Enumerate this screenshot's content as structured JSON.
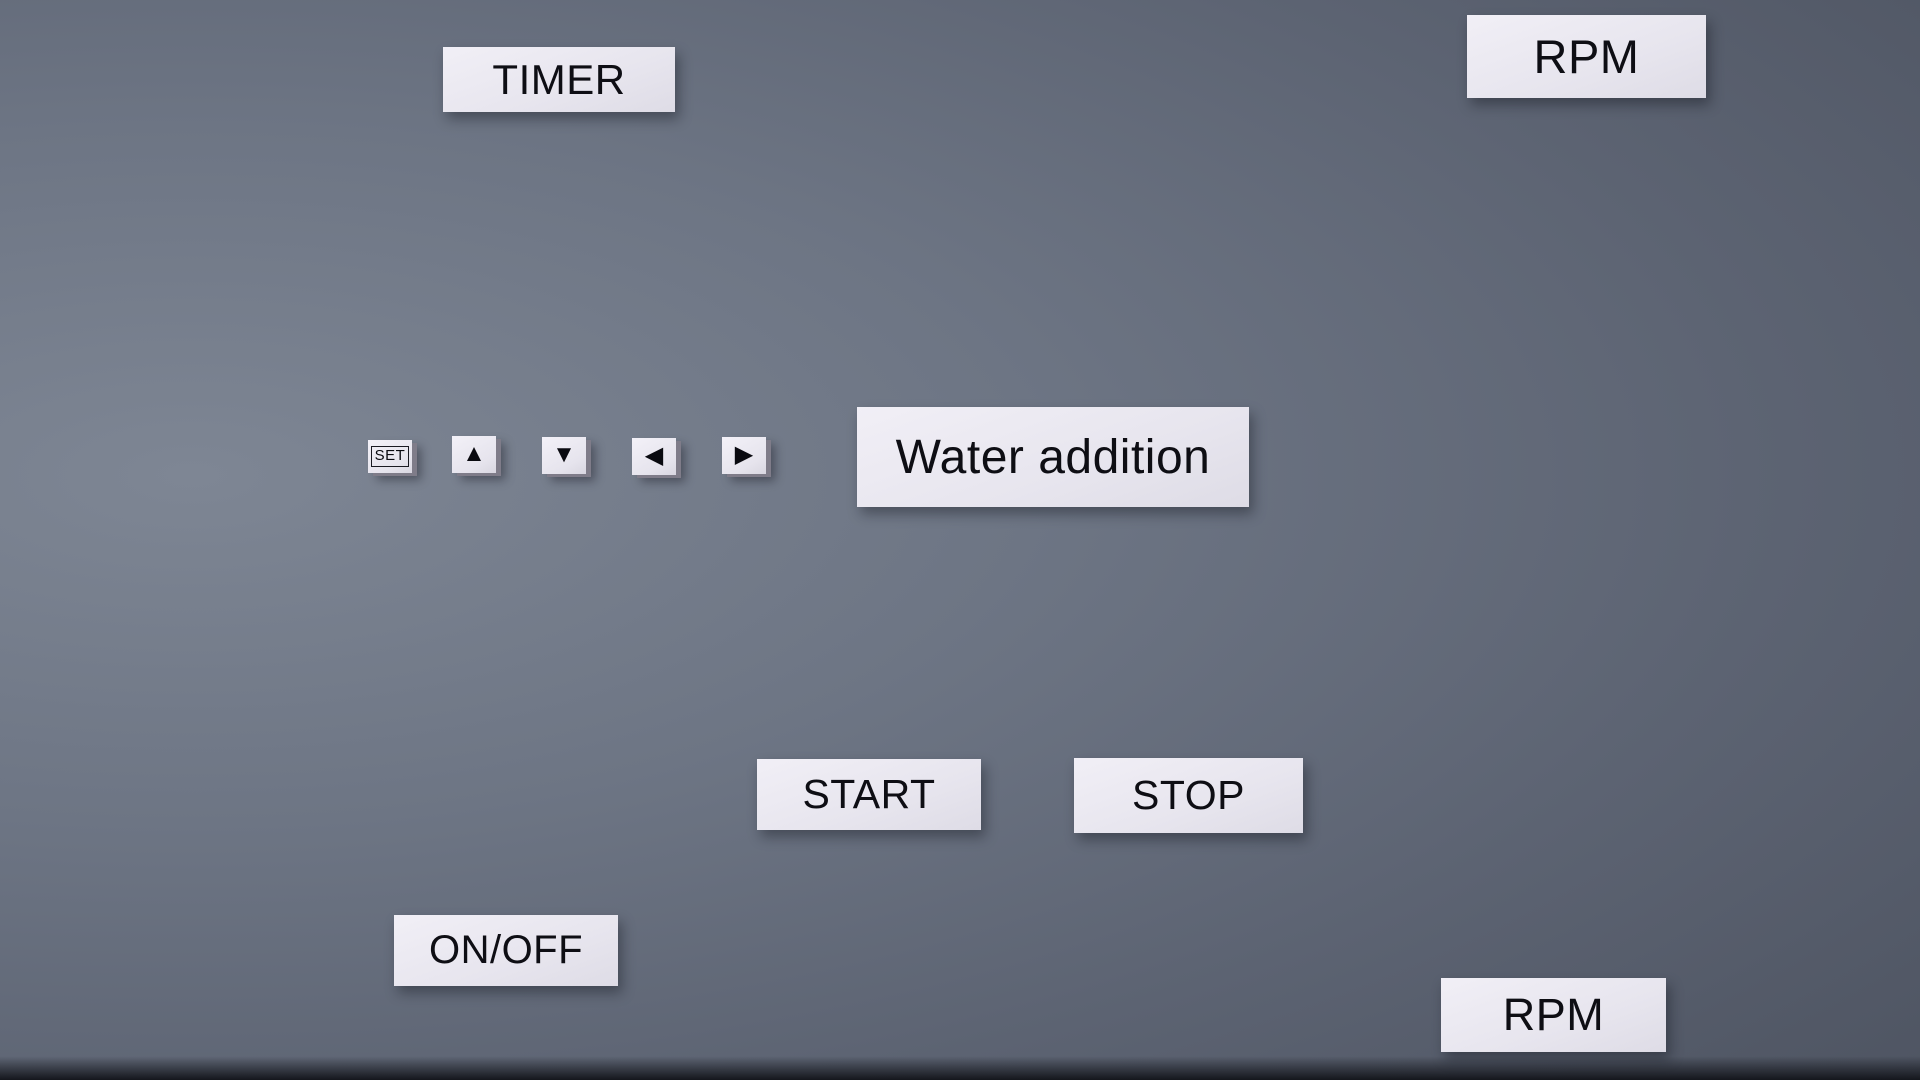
{
  "panel": {
    "labels": {
      "timer": "TIMER",
      "rpm_top": "RPM",
      "water_addition": "Water addition",
      "rpm_bottom": "RPM"
    },
    "buttons": {
      "set": "SET",
      "arrow_up": "▲",
      "arrow_down": "▼",
      "arrow_left": "◀",
      "arrow_right": "▶",
      "start": "START",
      "stop": "STOP",
      "on_off": "ON/OFF"
    },
    "colors": {
      "plate": "#eae8f0",
      "plate_text": "#0e0e14",
      "background_light": "#7e8694",
      "background_dark": "#4a505d",
      "keycap_side": "#7f7c89"
    }
  }
}
